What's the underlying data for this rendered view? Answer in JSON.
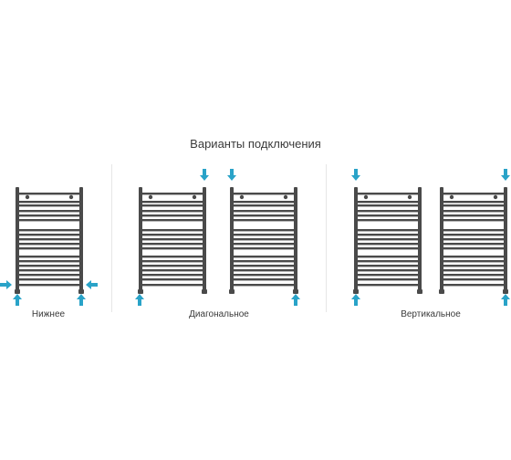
{
  "title": "Варианты подключения",
  "options": [
    {
      "label": "Нижнее"
    },
    {
      "label": "Диагональное"
    },
    {
      "label": "Вертикальное"
    }
  ],
  "colors": {
    "radiator": "#4a4a4a",
    "arrow": "#29a3c8",
    "divider": "#e6e6e6",
    "text": "#3a3a3a"
  }
}
